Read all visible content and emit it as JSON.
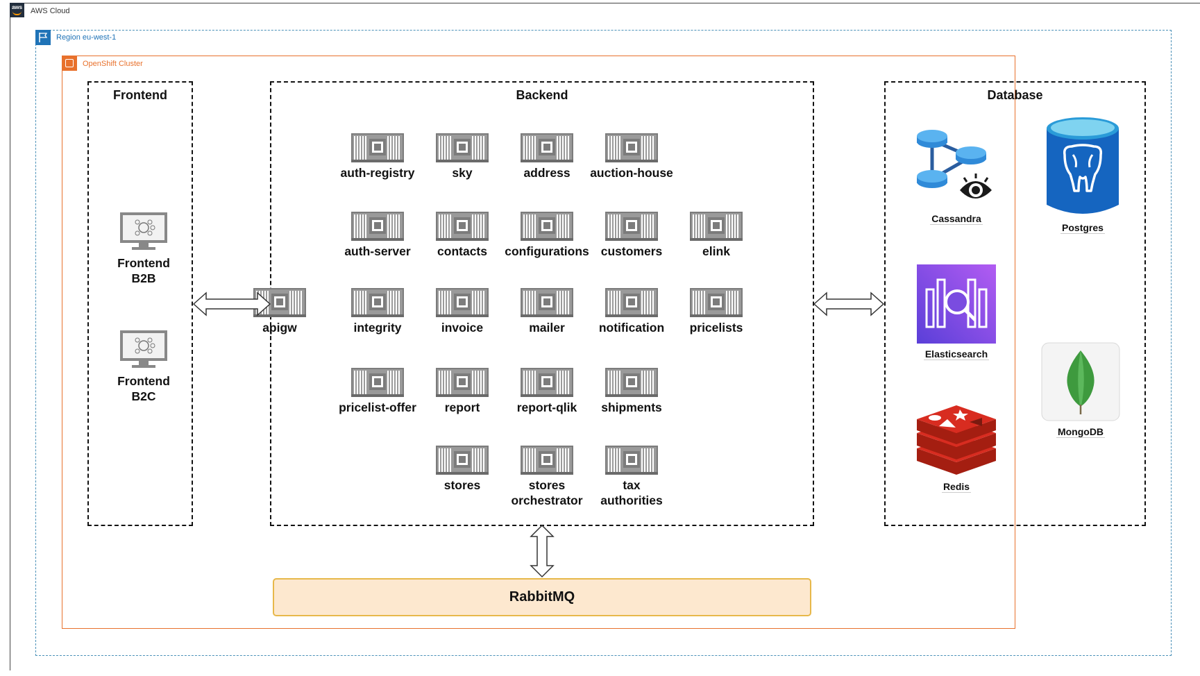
{
  "aws_cloud": {
    "label": "AWS Cloud",
    "logo_text": "aws"
  },
  "region": {
    "label": "Region eu-west-1"
  },
  "openshift": {
    "label": "OpenShift Cluster"
  },
  "frontend": {
    "title": "Frontend",
    "nodes": [
      {
        "line1": "Frontend",
        "line2": "B2B"
      },
      {
        "line1": "Frontend",
        "line2": "B2C"
      }
    ]
  },
  "backend": {
    "title": "Backend",
    "services": {
      "apigw": "apigw",
      "auth_registry": "auth-registry",
      "sky": "sky",
      "address": "address",
      "auction_house": "auction-house",
      "auth_server": "auth-server",
      "contacts": "contacts",
      "configurations": "configurations",
      "customers": "customers",
      "elink": "elink",
      "integrity": "integrity",
      "invoice": "invoice",
      "mailer": "mailer",
      "notification": "notification",
      "pricelists": "pricelists",
      "pricelist_offer": "pricelist-offer",
      "report": "report",
      "report_qlik": "report-qlik",
      "shipments": "shipments",
      "stores": "stores",
      "stores_orchestrator_1": "stores",
      "stores_orchestrator_2": "orchestrator",
      "tax_authorities_1": "tax",
      "tax_authorities_2": "authorities"
    }
  },
  "database": {
    "title": "Database",
    "cassandra": "Cassandra",
    "postgres": "Postgres",
    "elasticsearch": "Elasticsearch",
    "mongodb": "MongoDB",
    "redis": "Redis"
  },
  "rabbitmq": {
    "label": "RabbitMQ"
  },
  "colors": {
    "region_border": "#4a90b8",
    "openshift_border": "#e8712c",
    "rabbit_fill": "#fde8cf",
    "rabbit_border": "#e7b84a",
    "chip": "#7a7a7a"
  }
}
